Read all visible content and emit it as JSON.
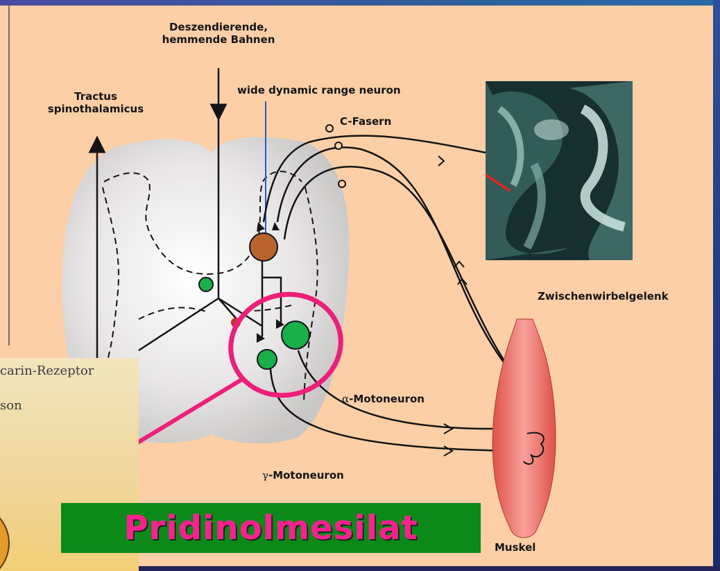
{
  "labels": {
    "descending_line1": "Deszendierende,",
    "descending_line2": "hemmende Bahnen",
    "tractus_line1": "Tractus",
    "tractus_line2": "spinothalamicus",
    "wdr_neuron": "wide dynamic range neuron",
    "c_fibers": "C-Fasern",
    "facet_joint": "Zwischenwirbelgelenk",
    "alpha_symbol": "α",
    "alpha_motoneuron": "-Motoneuron",
    "gamma_symbol": "γ",
    "gamma_motoneuron": "-Motoneuron",
    "muscle": "Muskel"
  },
  "inset": {
    "line1": "carin-Rezeptor",
    "line2": "son"
  },
  "drug_name": "Pridinolmesilat",
  "colors": {
    "background": "#fccfa6",
    "highlight": "#ee1f7a",
    "drug_box": "#0b8a1a",
    "drug_text": "#ff2090",
    "neuron_green": "#18b048",
    "neuron_brown": "#b8642a"
  }
}
